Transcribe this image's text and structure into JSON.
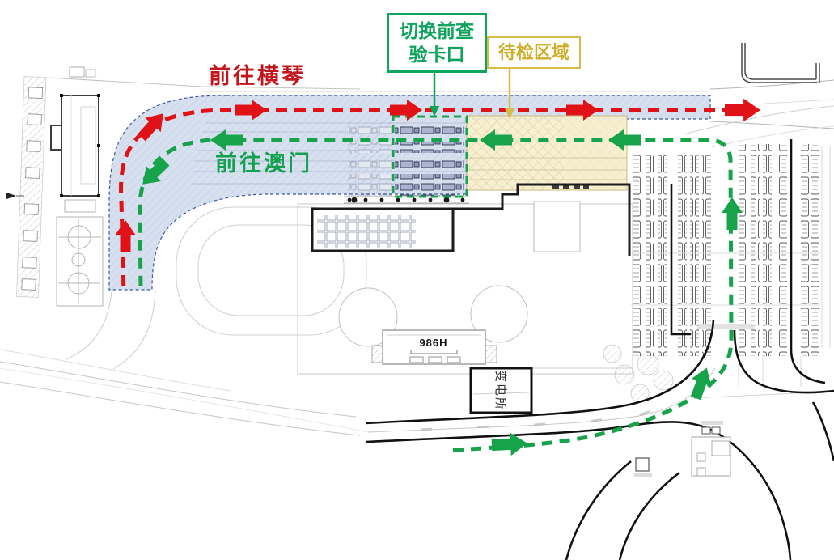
{
  "diagram": {
    "callouts": {
      "checkpoint": "切换前查验卡口",
      "waiting_area": "待检区域"
    },
    "routes": {
      "to_hengqin": {
        "label": "前往横琴",
        "color": "#e01218"
      },
      "to_macau": {
        "label": "前往澳门",
        "color": "#17a34a"
      }
    },
    "buildings": {
      "terminal_986h": "986H",
      "substation": "变电所"
    },
    "colors": {
      "route_hengqin_arrow": "#e01218",
      "route_macau_arrow": "#17a34a",
      "checkpoint_outline": "#17a34a",
      "waiting_zone_fill": "#f6efcf",
      "waiting_zone_accent": "#d4b32e",
      "road_zone_fill": "#ccd7ea",
      "road_zone_border": "#3a57a0"
    }
  }
}
